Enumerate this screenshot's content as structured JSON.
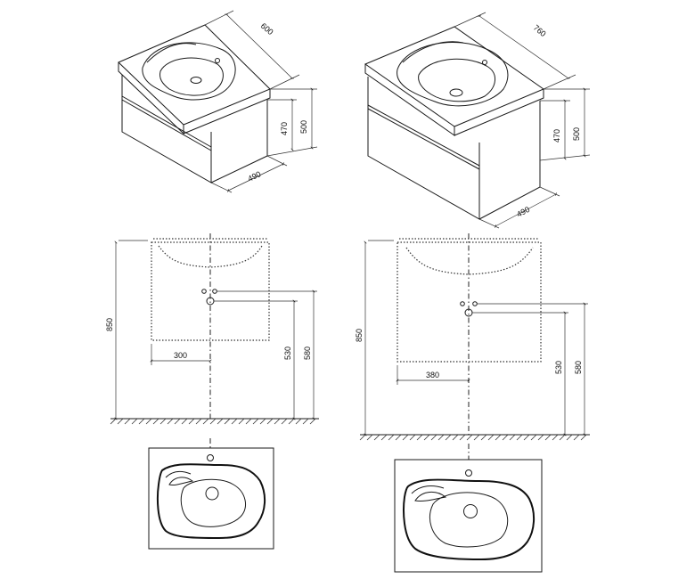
{
  "small_unit": {
    "iso_width": "600",
    "iso_depth": "490",
    "iso_height_a": "470",
    "iso_height_b": "500",
    "front_total_height": "850",
    "front_offset": "300",
    "front_height_a": "530",
    "front_height_b": "580"
  },
  "large_unit": {
    "iso_width": "760",
    "iso_depth": "490",
    "iso_height_a": "470",
    "iso_height_b": "500",
    "front_total_height": "850",
    "front_offset": "380",
    "front_height_a": "530",
    "front_height_b": "580"
  }
}
